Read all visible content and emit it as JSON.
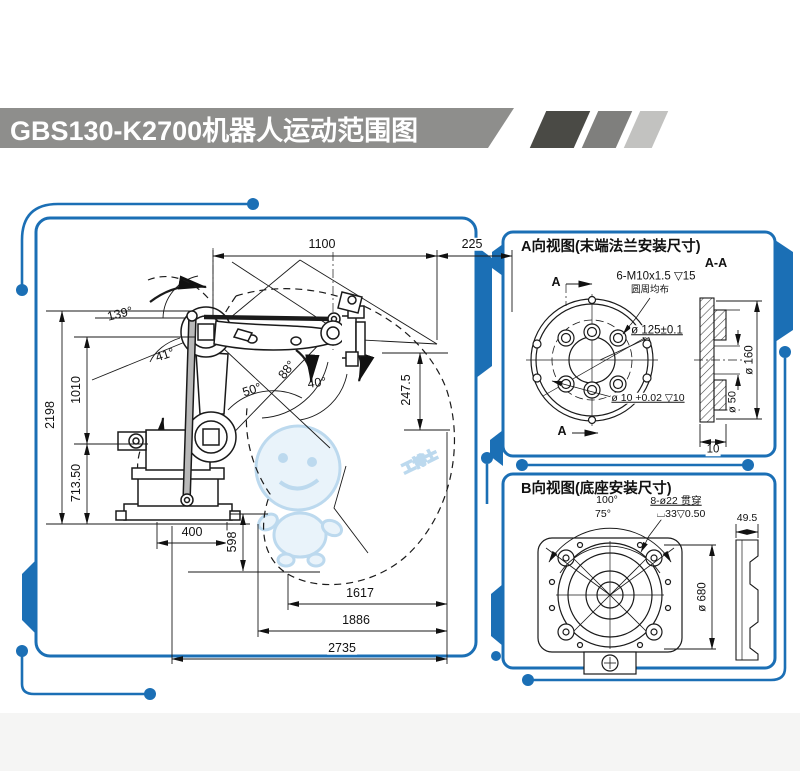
{
  "banner": {
    "title": "GBS130-K2700机器人运动范围图"
  },
  "watermark": {
    "text": "工博士"
  },
  "main_view": {
    "dims_top": [
      "1100",
      "225"
    ],
    "dims_left": [
      "2198",
      "1010",
      "713.50"
    ],
    "dim_mid": "247.5",
    "angles": [
      "139°",
      "41°",
      "88°",
      "50°",
      "40°"
    ],
    "dims_bottom": [
      "400",
      "598",
      "1617",
      "1886",
      "2735"
    ]
  },
  "panel_a": {
    "title": "A向视图(末端法兰安装尺寸)",
    "view_arrow": "A",
    "section_label": "A-A",
    "callout_line1": "6-M10x1.5 ▽15",
    "callout_line2": "圆周均布",
    "dim_bolt_circle": "ø 125±0.1",
    "dim_pin": "ø 10 +0.02 ▽10",
    "dim_od": "ø 160",
    "dim_bore": "ø 50",
    "dim_thickness": "10"
  },
  "panel_b": {
    "title": "B向视图(底座安装尺寸)",
    "angle_outer": "100°",
    "angle_inner": "75°",
    "callout_line1": "8-ø22 贯穿",
    "callout_line2": "⌴33▽0.50",
    "dim_width": "49.5",
    "dim_od": "ø 680"
  },
  "colors": {
    "accent_blue": "#1b6fb5",
    "banner_gray": "#8e8e8c",
    "stripe_dark": "#4a4a45",
    "stripe_mid": "#7f7f7d",
    "stripe_light": "#c2c2c0"
  }
}
